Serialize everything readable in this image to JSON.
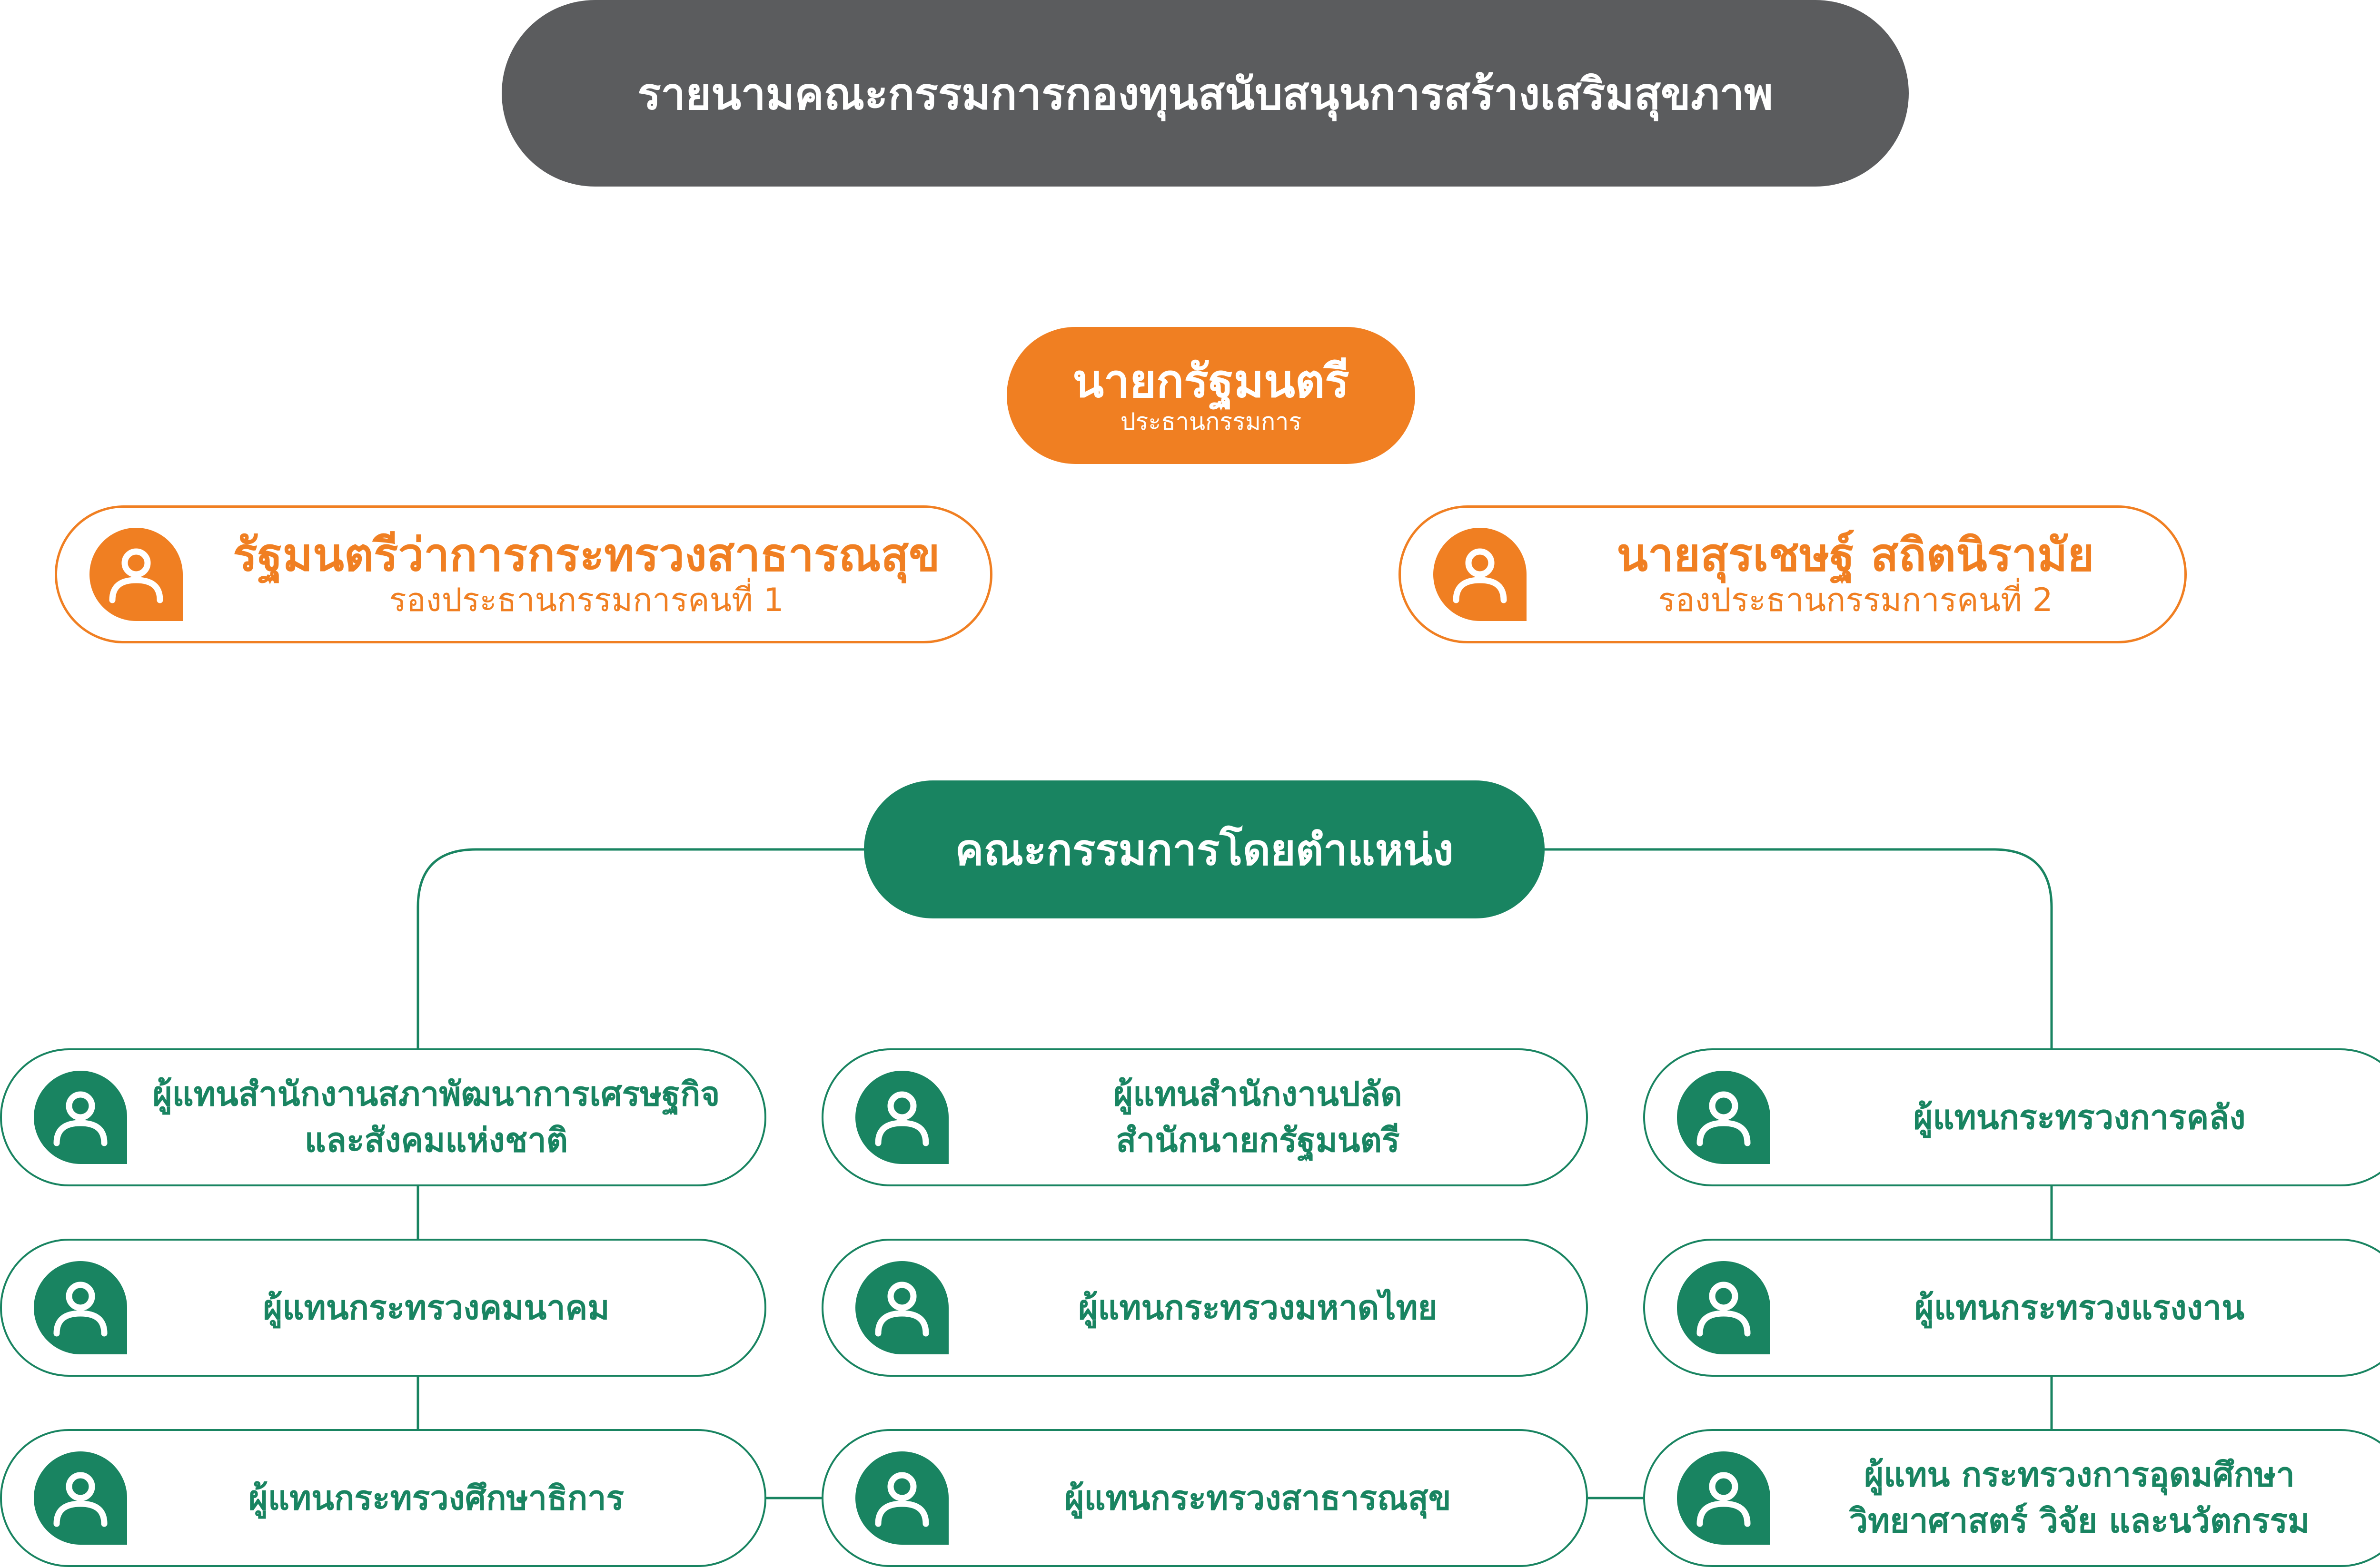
{
  "title": "รายนามคณะกรรมการกองทุนสนับสนุนการสร้างเสริมสุขภาพ",
  "chair": {
    "name": "นายกรัฐมนตรี",
    "role": "ประธานกรรมการ"
  },
  "vice_chairs": [
    {
      "name": "รัฐมนตรีว่าการกระทรวงสาธารณสุข",
      "role": "รองประธานกรรมการคนที่ 1"
    },
    {
      "name": "นายสุรเชษฐ์ สถิตนิรามัย",
      "role": "รองประธานกรรมการคนที่ 2"
    }
  ],
  "ex_officio_header": "คณะกรรมการโดยตำแหน่ง",
  "members": [
    {
      "lines": [
        "ผู้แทนสำนักงานสภาพัฒนาการเศรษฐกิจ",
        "และสังคมแห่งชาติ"
      ]
    },
    {
      "lines": [
        "ผู้แทนสำนักงานปลัด",
        "สำนักนายกรัฐมนตรี"
      ]
    },
    {
      "lines": [
        "ผู้แทนกระทรวงการคลัง"
      ]
    },
    {
      "lines": [
        "ผู้แทนกระทรวงคมนาคม"
      ]
    },
    {
      "lines": [
        "ผู้แทนกระทรวงมหาดไทย"
      ]
    },
    {
      "lines": [
        "ผู้แทนกระทรวงแรงงาน"
      ]
    },
    {
      "lines": [
        "ผู้แทนกระทรวงศึกษาธิการ"
      ]
    },
    {
      "lines": [
        "ผู้แทนกระทรวงสาธารณสุข"
      ]
    },
    {
      "lines": [
        "ผู้แทน กระทรวงการอุดมศึกษา",
        "วิทยาศาสตร์ วิจัย และนวัตกรรม"
      ]
    }
  ],
  "colors": {
    "title_bg": "#5b5c5e",
    "orange": "#f07f22",
    "green": "#198461"
  }
}
